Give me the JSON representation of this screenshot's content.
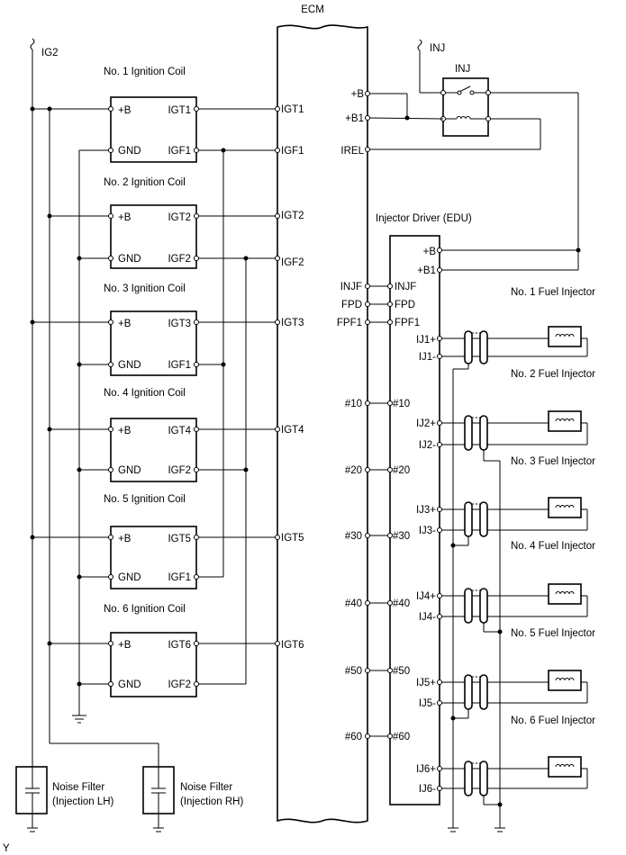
{
  "ecm": {
    "title": "ECM"
  },
  "power": {
    "ig2": "IG2",
    "inj_fuse": "INJ"
  },
  "relay": {
    "title": "INJ"
  },
  "ecm_right_pins": {
    "b": "+B",
    "b1": "+B1",
    "irel": "IREL"
  },
  "ignition_coils": [
    {
      "title": "No. 1 Ignition Coil",
      "b": "+B",
      "gnd": "GND",
      "igt": "IGT1",
      "igf": "IGF1",
      "ecm_igt": "IGT1",
      "ecm_igf": "IGF1"
    },
    {
      "title": "No. 2 Ignition Coil",
      "b": "+B",
      "gnd": "GND",
      "igt": "IGT2",
      "igf": "IGF2",
      "ecm_igt": "IGT2",
      "ecm_igf": "IGF2"
    },
    {
      "title": "No. 3 Ignition Coil",
      "b": "+B",
      "gnd": "GND",
      "igt": "IGT3",
      "igf": "IGF1",
      "ecm_igt": "IGT3",
      "ecm_igf": ""
    },
    {
      "title": "No. 4 Ignition Coil",
      "b": "+B",
      "gnd": "GND",
      "igt": "IGT4",
      "igf": "IGF2",
      "ecm_igt": "IGT4",
      "ecm_igf": ""
    },
    {
      "title": "No. 5 Ignition Coil",
      "b": "+B",
      "gnd": "GND",
      "igt": "IGT5",
      "igf": "IGF1",
      "ecm_igt": "IGT5",
      "ecm_igf": ""
    },
    {
      "title": "No. 6 Ignition Coil",
      "b": "+B",
      "gnd": "GND",
      "igt": "IGT6",
      "igf": "IGF2",
      "ecm_igt": "IGT6",
      "ecm_igf": ""
    }
  ],
  "edu": {
    "title": "Injector Driver (EDU)",
    "b": "+B",
    "b1": "+B1",
    "signals": [
      {
        "ecm": "INJF",
        "edu": "INJF"
      },
      {
        "ecm": "FPD",
        "edu": "FPD"
      },
      {
        "ecm": "FPF1",
        "edu": "FPF1"
      },
      {
        "ecm": "#10",
        "edu": "#10"
      },
      {
        "ecm": "#20",
        "edu": "#20"
      },
      {
        "ecm": "#30",
        "edu": "#30"
      },
      {
        "ecm": "#40",
        "edu": "#40"
      },
      {
        "ecm": "#50",
        "edu": "#50"
      },
      {
        "ecm": "#60",
        "edu": "#60"
      }
    ],
    "outputs": [
      {
        "plus": "IJ1+",
        "minus": "IJ1-"
      },
      {
        "plus": "IJ2+",
        "minus": "IJ2-"
      },
      {
        "plus": "IJ3+",
        "minus": "IJ3-"
      },
      {
        "plus": "IJ4+",
        "minus": "IJ4-"
      },
      {
        "plus": "IJ5+",
        "minus": "IJ5-"
      },
      {
        "plus": "IJ6+",
        "minus": "IJ6-"
      }
    ]
  },
  "fuel_injectors": [
    "No. 1 Fuel Injector",
    "No. 2 Fuel Injector",
    "No. 3 Fuel Injector",
    "No. 4 Fuel Injector",
    "No. 5 Fuel Injector",
    "No. 6 Fuel Injector"
  ],
  "noise_filters": [
    {
      "line1": "Noise Filter",
      "line2": "(Injection LH)"
    },
    {
      "line1": "Noise Filter",
      "line2": "(Injection RH)"
    }
  ],
  "corner_mark": "Y"
}
